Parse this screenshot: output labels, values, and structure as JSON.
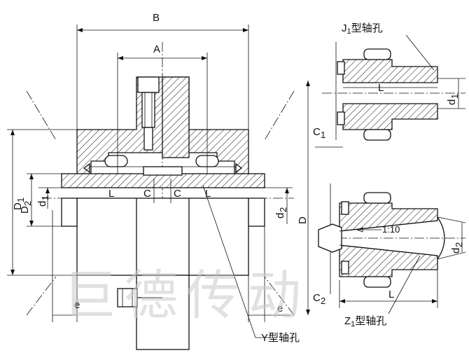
{
  "labels": {
    "B": "B",
    "A": "A",
    "L": "L",
    "C": "C",
    "D": "D",
    "D1": "D",
    "D1_sub": "1",
    "D2": "D",
    "D2_sub": "2",
    "d1": "d",
    "d1_sub": "1",
    "d2": "d",
    "d2_sub": "2",
    "e": "e",
    "C1": "C",
    "C1_sub": "1",
    "C2": "C",
    "C2_sub": "2",
    "taper": "1:10"
  },
  "bore_types": {
    "j1_pre": "J",
    "j1_sub": "1",
    "j1_post": "型轴孔",
    "y": "Y型轴孔",
    "z1_pre": "Z",
    "z1_sub": "1",
    "z1_post": "型轴孔"
  },
  "watermark": "巨德传动"
}
